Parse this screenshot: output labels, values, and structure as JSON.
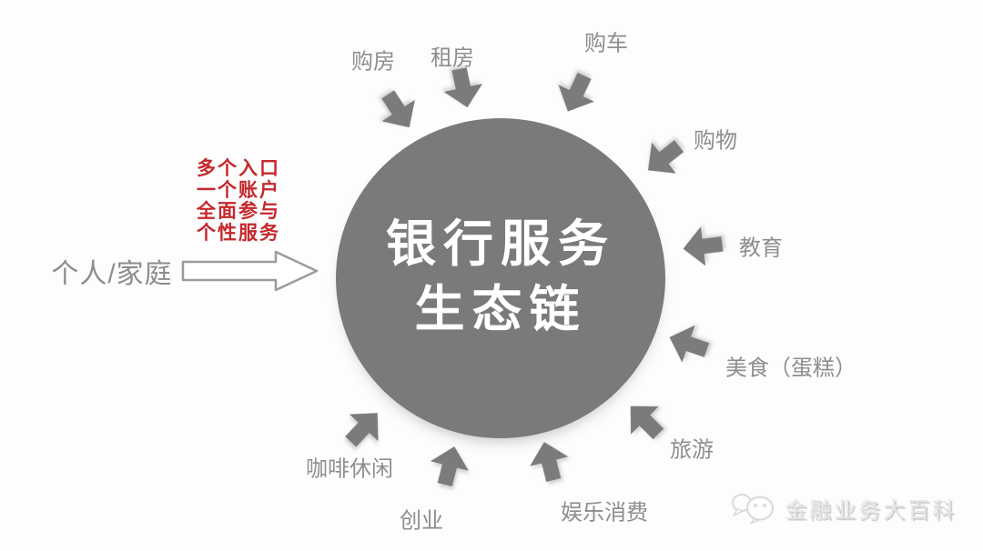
{
  "diagram": {
    "title": {
      "line1": "银行服务",
      "line2": "生态链"
    },
    "actor": {
      "label": "个人/家庭"
    },
    "note": {
      "lines": [
        "多个入口",
        "一个账户",
        "全面参与",
        "个性服务"
      ]
    },
    "nodes": [
      {
        "id": "buy-house",
        "label": "购房"
      },
      {
        "id": "rent-house",
        "label": "租房"
      },
      {
        "id": "buy-car",
        "label": "购车"
      },
      {
        "id": "shopping",
        "label": "购物"
      },
      {
        "id": "education",
        "label": "教育"
      },
      {
        "id": "food-cake",
        "label": "美食（蛋糕）"
      },
      {
        "id": "travel",
        "label": "旅游"
      },
      {
        "id": "entertainment",
        "label": "娱乐消费"
      },
      {
        "id": "startup",
        "label": "创业"
      },
      {
        "id": "coffee-leisure",
        "label": "咖啡休闲"
      }
    ],
    "watermark": {
      "text": "金融业务大百科",
      "icon": "wechat-icon"
    },
    "colors": {
      "circle": "#7a7a7d",
      "arrow": "#7b7b7e",
      "label_gray": "#8e8e8e",
      "note_red": "#c5282c",
      "title_text": "#ffffff",
      "watermark": "#e7e7e7",
      "background": "#fdfdfd"
    }
  }
}
